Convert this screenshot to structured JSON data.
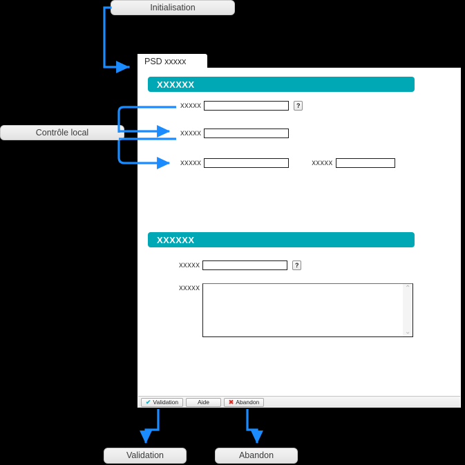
{
  "diagram": {
    "background_color": "#000000",
    "accent_color": "#1a8cff",
    "annotations": {
      "initialisation": "Initialisation",
      "controle_local": "Contrôle local",
      "validation": "Validation",
      "abandon": "Abandon"
    }
  },
  "window": {
    "tab_label": "PSD xxxxx",
    "accent_color": "#00a7b5",
    "sections": [
      {
        "title": "XXXXXX",
        "fields": [
          {
            "label": "xxxxx",
            "value": "",
            "width": 123,
            "help": "?"
          },
          {
            "label": "xxxxx",
            "value": "",
            "width": 123,
            "help": null
          },
          {
            "label": "xxxxx",
            "value": "",
            "width": 123,
            "help": null
          },
          {
            "label": "xxxxx",
            "value": "",
            "width": 86,
            "help": null
          }
        ]
      },
      {
        "title": "XXXXXX",
        "fields": [
          {
            "label": "xxxxx",
            "value": "",
            "width": 123,
            "help": "?"
          }
        ],
        "textarea": {
          "label": "xxxxx",
          "value": ""
        }
      }
    ],
    "toolbar": {
      "validation": {
        "label": "Validation",
        "icon": "check-icon",
        "icon_glyph": "✔",
        "icon_color": "#17b6c8"
      },
      "aide": {
        "label": "Aide"
      },
      "abandon": {
        "label": "Abandon",
        "icon": "cross-icon",
        "icon_glyph": "✖",
        "icon_color": "#d4312a"
      }
    },
    "scrollbar": {
      "up_glyph": "⌃",
      "down_glyph": "⌄"
    }
  }
}
